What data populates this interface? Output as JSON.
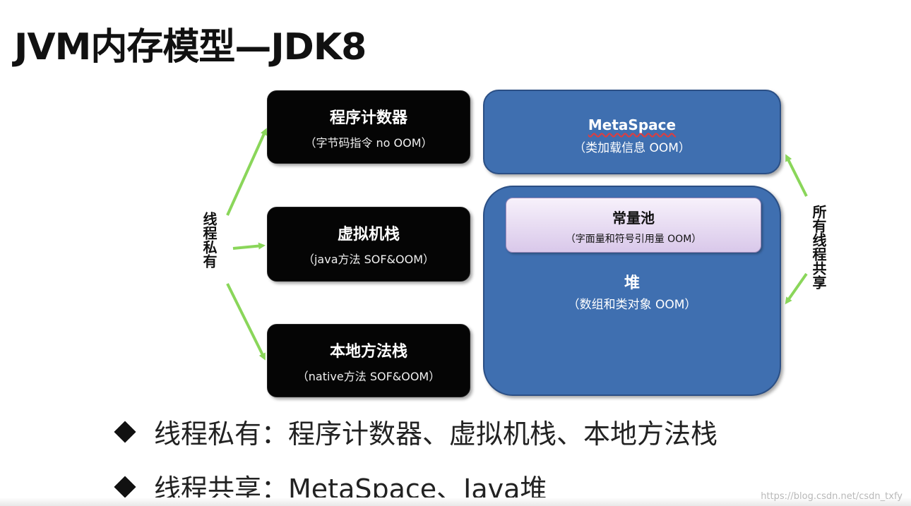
{
  "title": "JVM内存模型—JDK8",
  "diagram": {
    "private_label": "线程私有",
    "shared_label": "所有线程共享",
    "private_boxes": [
      {
        "name": "程序计数器",
        "desc": "（字节码指令 no OOM）"
      },
      {
        "name": "虚拟机栈",
        "desc": "（java方法 SOF&OOM）"
      },
      {
        "name": "本地方法栈",
        "desc": "（native方法 SOF&OOM）"
      }
    ],
    "metaspace": {
      "name": "MetaSpace",
      "desc": "（类加载信息 OOM）"
    },
    "constant_pool": {
      "name": "常量池",
      "desc": "（字面量和符号引用量 OOM）"
    },
    "heap": {
      "name": "堆",
      "desc": "（数组和类对象 OOM）"
    },
    "colors": {
      "black_box": "#050505",
      "blue_box": "#3f6fb0",
      "arrow": "#8ad65a",
      "pool": "#d9c8ea"
    }
  },
  "bullets": [
    "线程私有：程序计数器、虚拟机栈、本地方法栈",
    "线程共享：MetaSpace、Java堆"
  ],
  "watermark": "https://blog.csdn.net/csdn_txfy"
}
